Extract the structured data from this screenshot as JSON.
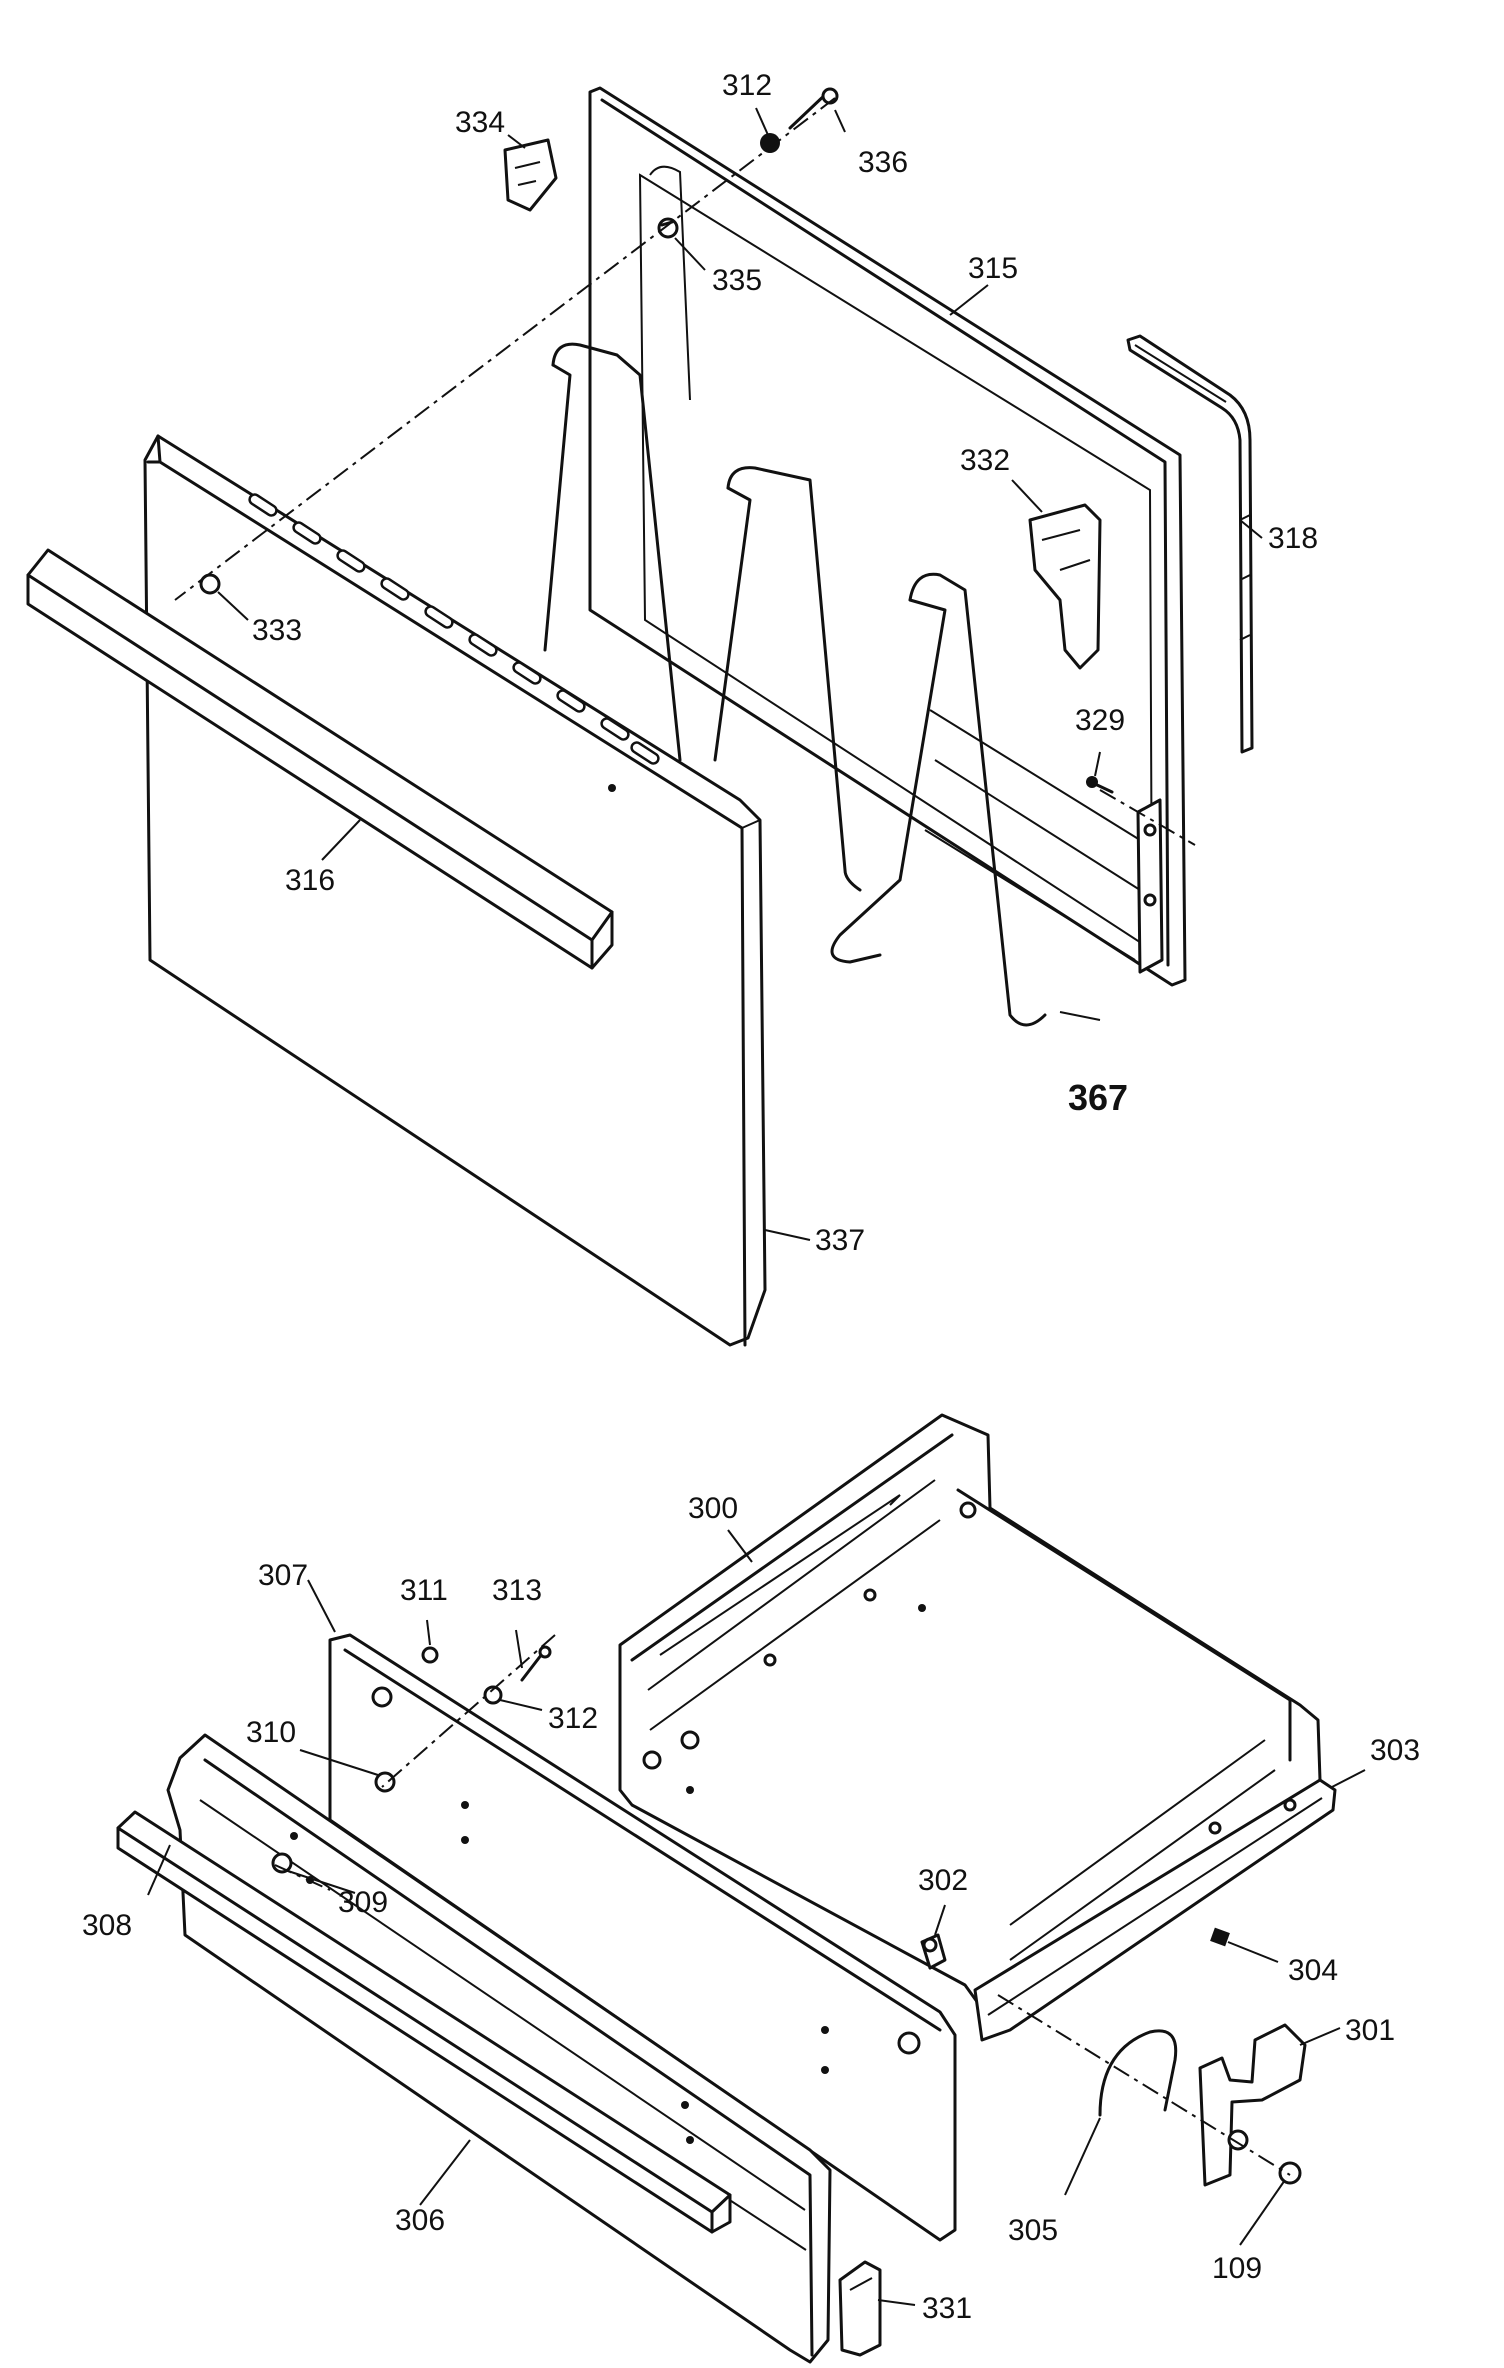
{
  "callouts": {
    "c312_top": "312",
    "c334": "334",
    "c336": "336",
    "c335": "335",
    "c315": "315",
    "c318": "318",
    "c332": "332",
    "c333": "333",
    "c329": "329",
    "c316": "316",
    "c367": "367",
    "c337": "337",
    "c300": "300",
    "c307": "307",
    "c311": "311",
    "c313": "313",
    "c312_bottom": "312",
    "c310": "310",
    "c303": "303",
    "c309": "309",
    "c302": "302",
    "c308": "308",
    "c304": "304",
    "c301": "301",
    "c305": "305",
    "c306": "306",
    "c109": "109",
    "c331": "331"
  }
}
